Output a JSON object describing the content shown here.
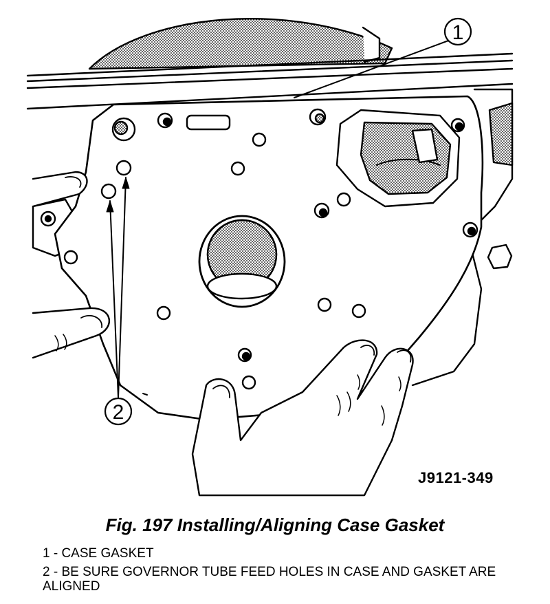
{
  "figure": {
    "id_label": "J9121-349",
    "caption": "Fig. 197 Installing/Aligning Case Gasket",
    "callouts": [
      {
        "number": "1",
        "text": "1 - CASE GASKET"
      },
      {
        "number": "2",
        "text": "2 - BE SURE GOVERNOR TUBE FEED HOLES IN CASE AND GASKET ARE ALIGNED"
      }
    ]
  }
}
